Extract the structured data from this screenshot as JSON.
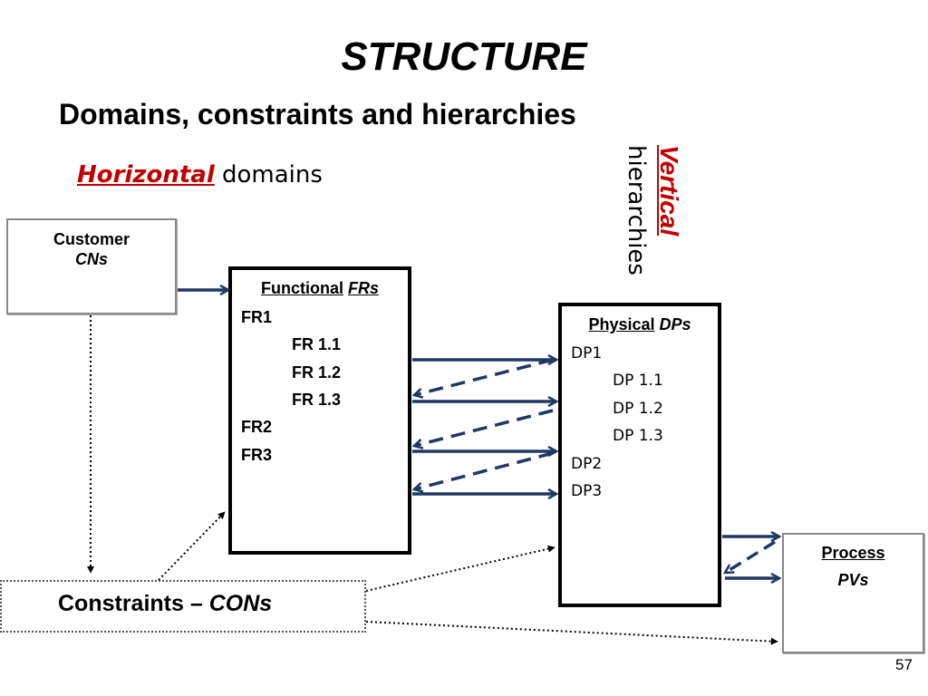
{
  "title": "STRUCTURE",
  "subtitle": "Domains, constraints and hierarchies",
  "horizontal": {
    "accent": "Horizontal",
    "text": " domains"
  },
  "vertical": {
    "accent": "Vertical",
    "text": "hierarchies"
  },
  "customer": {
    "title": "Customer",
    "subtitle": "CNs"
  },
  "functional": {
    "header_word": "Functional",
    "header_abbr": "FRs",
    "items": [
      "FR1",
      "FR 1.1",
      "FR 1.2",
      "FR 1.3",
      "FR2",
      "FR3"
    ]
  },
  "physical": {
    "header_word": "Physical",
    "header_abbr": "DPs",
    "items": [
      "DP1",
      "DP 1.1",
      "DP 1.2",
      "DP 1.3",
      "DP2",
      "DP3"
    ]
  },
  "process": {
    "title": "Process",
    "subtitle": "PVs"
  },
  "constraints": {
    "prefix": "Constraints – ",
    "abbr": "CONs"
  },
  "page_number": "57",
  "colors": {
    "arrow": "#1f3864",
    "accent": "#c00000",
    "dotted": "#000000"
  }
}
